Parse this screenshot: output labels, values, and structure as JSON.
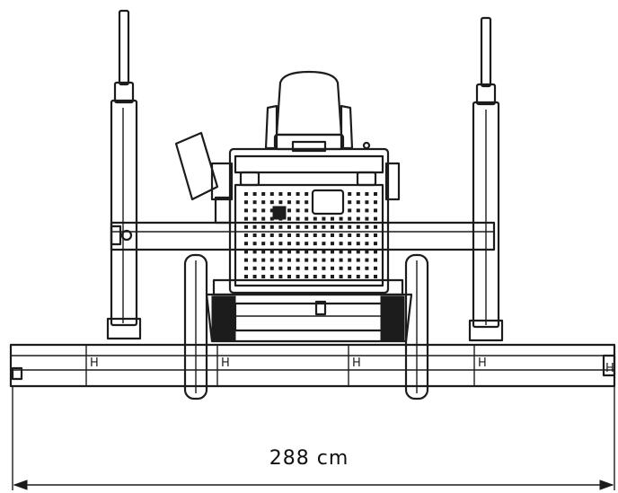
{
  "dimension": {
    "width_label": "288 cm"
  },
  "screed": {
    "segment_marks": [
      "H",
      "H",
      "H",
      "H",
      "H"
    ]
  },
  "colors": {
    "line": "#1c1c1c",
    "background": "#ffffff"
  }
}
